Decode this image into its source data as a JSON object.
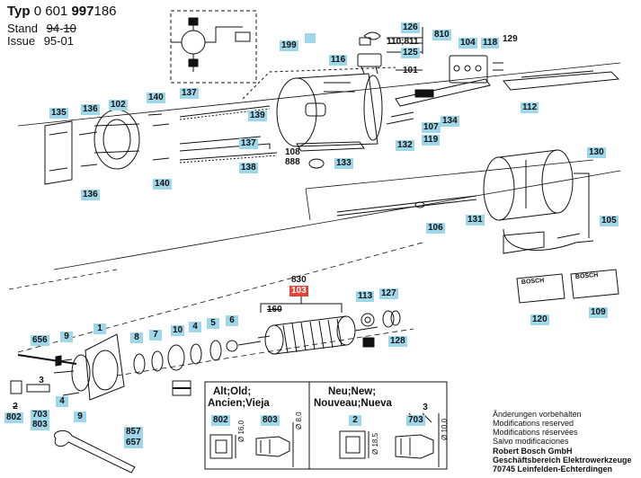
{
  "header": {
    "typ_label": "Typ",
    "typ_prefix": "0 601",
    "typ_bold": "997",
    "typ_suffix": "186",
    "stand_label": "Stand",
    "stand_old": "94",
    "stand_sep": "-",
    "stand_old2": "10",
    "issue_label": "Issue",
    "issue_value": "95-01"
  },
  "parts": {
    "p126": "126",
    "p810": "810",
    "p110_811": "110;811",
    "p125": "125",
    "p101": "101",
    "p199": "199",
    "p116": "116",
    "p104": "104",
    "p118": "118",
    "p129": "129",
    "p140a": "140",
    "p137a": "137",
    "p135": "135",
    "p136a": "136",
    "p102": "102",
    "p139": "139",
    "p107": "107",
    "p134": "134",
    "p112": "112",
    "p132": "132",
    "p119": "119",
    "p137b": "137",
    "p108": "108",
    "p888": "888",
    "p133": "133",
    "p138": "138",
    "p136b": "136",
    "p140b": "140",
    "p130": "130",
    "p131": "131",
    "p106": "106",
    "p105": "105",
    "p830": "830",
    "p103": "103",
    "p160": "160",
    "p113": "113",
    "p127": "127",
    "p128": "128",
    "p120": "120",
    "p109": "109",
    "p656": "656",
    "p9a": "9",
    "p1": "1",
    "p8": "8",
    "p7": "7",
    "p10": "10",
    "p4b": "4",
    "p5": "5",
    "p6": "6",
    "p3": "3",
    "p2": "2",
    "p802": "802",
    "p703": "703",
    "p803": "803",
    "p4": "4",
    "p9b": "9",
    "p857": "857",
    "p657": "657"
  },
  "brand_labels": {
    "plate_left": "BOSCH",
    "plate_right": "BOSCH"
  },
  "legend": {
    "left_title_1": "Alt;Old;",
    "left_title_2": "Ancien;Vieja",
    "left_part_a": "802",
    "left_part_b": "803",
    "left_dim_a": "Ø 16,0",
    "left_dim_b": "Ø 8,0",
    "right_title_1": "Neu;New;",
    "right_title_2": "Nouveau;Nueva",
    "right_part_a": "2",
    "right_part_b": "703",
    "right_part_c": "3",
    "right_dim_a": "Ø 18,5",
    "right_dim_b": "Ø 10,0"
  },
  "footer_notes": {
    "line1": "Änderungen vorbehalten",
    "line2": "Modifications reserved",
    "line3": "Modifications réservées",
    "line4": "Salvo modificaciones",
    "line5": "Robert Bosch GmbH",
    "line6": "Geschäftsbereich Elektrowerkzeuge",
    "line7": "70745 Leinfelden-Echterdingen"
  },
  "colors": {
    "label_bg": "#9fd7ea",
    "highlight": "#e0453a",
    "ink": "#111111"
  }
}
